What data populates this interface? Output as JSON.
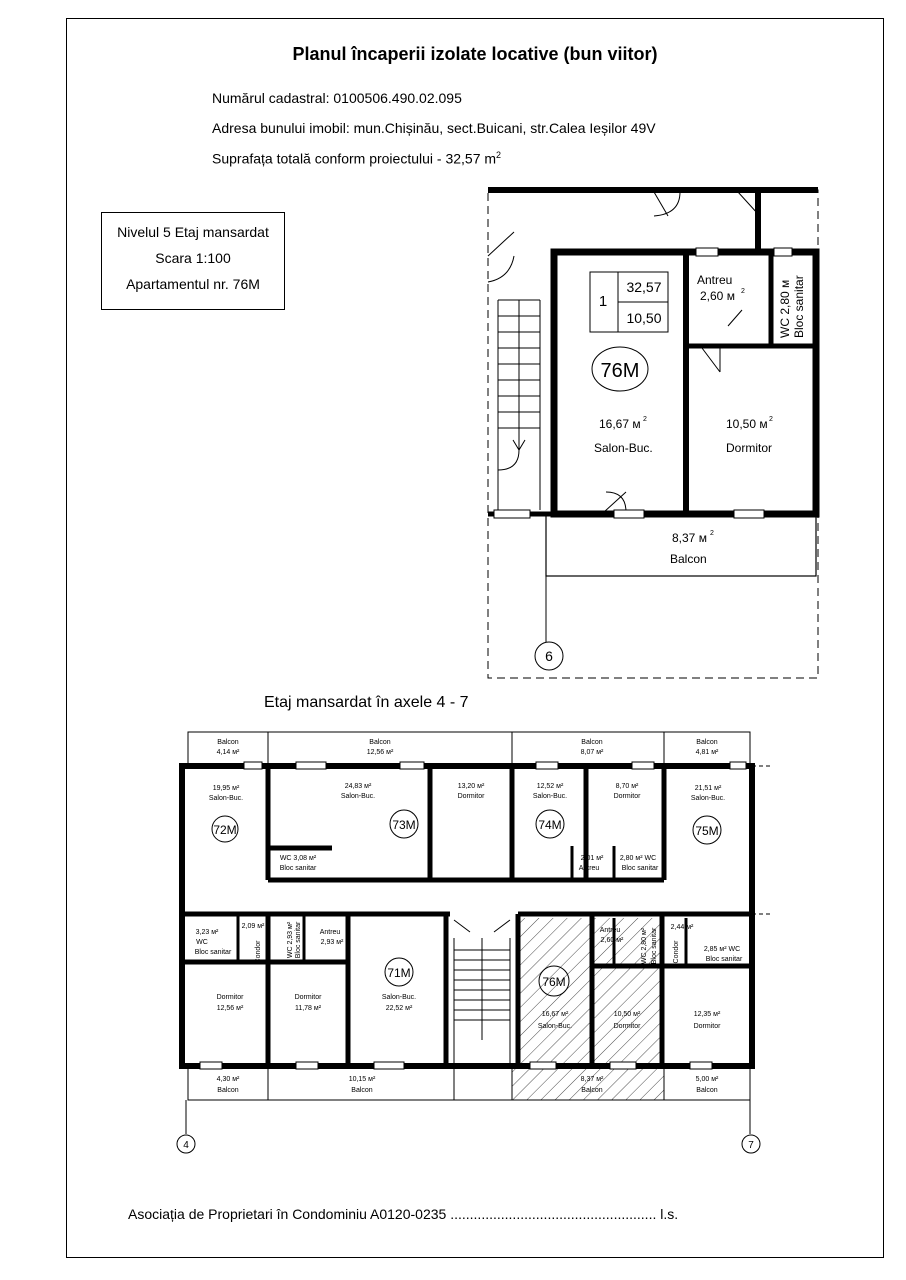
{
  "title": "Planul încaperii izolate locative (bun viitor)",
  "cadastral_label": "Numărul cadastral:",
  "cadastral_number": "0100506.490.02.095",
  "address_label": "Adresa bunului imobil:",
  "address": "mun.Chișinău, sect.Buicani, str.Calea Ieșilor 49V",
  "total_area_text": "Suprafața totală conform proiectului - 32,57 m",
  "total_area_sup": "2",
  "legend": {
    "level": "Nivelul 5  Etaj mansardat",
    "scale": "Scara 1:100",
    "apartment": "Apartamentul nr. 76M"
  },
  "plan76": {
    "box_num": "1",
    "box_total": "32,57",
    "box_living": "10,50",
    "apt_label": "76M",
    "antreu": "Antreu",
    "antreu_area": "2,60 м",
    "wc": "WC 2,80 м",
    "bloc_sanitar": "Bloc sanitar",
    "salon_area": "16,67 м",
    "salon": "Salon-Buc.",
    "dormitor_area": "10,50 м",
    "dormitor": "Dormitor",
    "balcon_area": "8,37 м",
    "balcon": "Balcon",
    "axis": "6"
  },
  "floor_caption": "Etaj mansardat în axele 4 - 7",
  "floor": {
    "axis_left": "4",
    "axis_right": "7",
    "labels": [
      {
        "t": "Balcon"
      },
      {
        "t": "4,14 м²"
      },
      {
        "t": "Balcon"
      },
      {
        "t": "12,56 м²"
      },
      {
        "t": "Balcon"
      },
      {
        "t": "8,07 м²"
      },
      {
        "t": "Balcon"
      },
      {
        "t": "4,81 м²"
      },
      {
        "t": "19,95 м²"
      },
      {
        "t": "Salon-Buc."
      },
      {
        "t": "24,83 м²"
      },
      {
        "t": "Salon-Buc."
      },
      {
        "t": "13,20 м²"
      },
      {
        "t": "Dormitor"
      },
      {
        "t": "12,52 м²"
      },
      {
        "t": "Salon-Buc."
      },
      {
        "t": "8,70 м²"
      },
      {
        "t": "Dormitor"
      },
      {
        "t": "21,51 м²"
      },
      {
        "t": "Salon-Buc."
      },
      {
        "t": "WC  3,08 м²"
      },
      {
        "t": "Bloc sanitar"
      },
      {
        "t": "2,01 м²"
      },
      {
        "t": "Antreu"
      },
      {
        "t": "2,80 м² WC"
      },
      {
        "t": "Bloc sanitar"
      },
      {
        "t": "3,23 м²"
      },
      {
        "t": "WC"
      },
      {
        "t": "Bloc sanitar"
      },
      {
        "t": "2,09 м²"
      },
      {
        "t": "Condor"
      },
      {
        "t": "WC  2,93 м²"
      },
      {
        "t": "Bloc sanitar"
      },
      {
        "t": "Antreu"
      },
      {
        "t": "2,93 м²"
      },
      {
        "t": "Antreu"
      },
      {
        "t": "2,60 м²"
      },
      {
        "t": "WC 2,80 м²"
      },
      {
        "t": "Bloc sanitar"
      },
      {
        "t": "2,44 м²"
      },
      {
        "t": "Condor"
      },
      {
        "t": "2,85 м² WC"
      },
      {
        "t": "Bloc sanitar"
      },
      {
        "t": "Dormitor"
      },
      {
        "t": "12,56 м²"
      },
      {
        "t": "Dormitor"
      },
      {
        "t": "11,78 м²"
      },
      {
        "t": "Salon-Buc."
      },
      {
        "t": "22,52 м²"
      },
      {
        "t": "16,67 м²"
      },
      {
        "t": "Salon-Buc."
      },
      {
        "t": "10,50 м²"
      },
      {
        "t": "Dormitor"
      },
      {
        "t": "12,35 м²"
      },
      {
        "t": "Dormitor"
      },
      {
        "t": "4,30 м²"
      },
      {
        "t": "Balcon"
      },
      {
        "t": "10,15 м²"
      },
      {
        "t": "Balcon"
      },
      {
        "t": "8,37 м²"
      },
      {
        "t": "Balcon"
      },
      {
        "t": "5,00 м²"
      },
      {
        "t": "Balcon"
      }
    ],
    "apartments": [
      "72M",
      "73M",
      "74M",
      "75M",
      "71M",
      "76M"
    ]
  },
  "footer_text": "Asociația de Proprietari în Condominiu A0120-0235 ..................................................... l.s."
}
